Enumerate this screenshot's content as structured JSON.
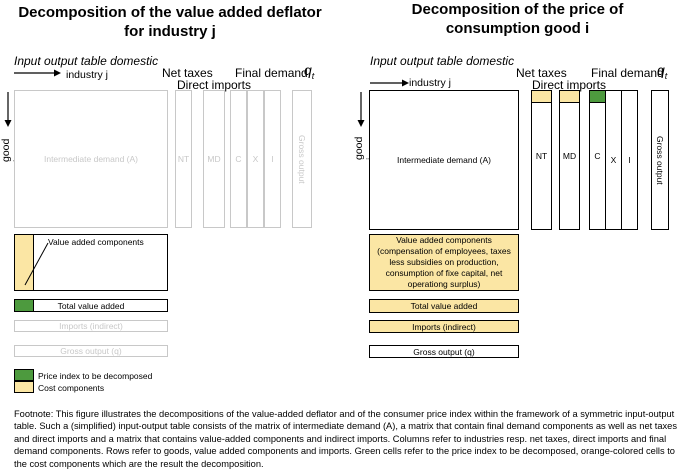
{
  "left": {
    "title": "Decomposition of the value added deflator for industry j",
    "table_label": "Input output table domestic",
    "industry_label": "industry j",
    "good_label": "good i",
    "net_taxes": "Net taxes",
    "direct_imports": "Direct imports",
    "final_demand": "Final demand",
    "qt": "q",
    "qt_sub": "t",
    "intermediate": "Intermediate demand (A)",
    "nt": "NT",
    "md": "MD",
    "c": "C",
    "x": "X",
    "i": "I",
    "gross_output_col": "Gross output",
    "value_added": "Value added components",
    "total_value_added": "Total value added",
    "imports_indirect": "Imports (indirect)",
    "gross_output_q": "Gross output (q)"
  },
  "right": {
    "title": "Decomposition of the price of consumption good i",
    "table_label": "Input output table domestic",
    "industry_label": "industry j",
    "good_label": "good i",
    "net_taxes": "Net taxes",
    "direct_imports": "Direct imports",
    "final_demand": "Final demand",
    "qt": "q",
    "qt_sub": "t",
    "intermediate": "Intermediate demand (A)",
    "nt": "NT",
    "md": "MD",
    "c": "C",
    "x": "X",
    "i": "I",
    "gross_output_col": "Gross output",
    "value_added": "Value added components (compensation of employees, taxes less subsidies on production, consumption of fixe capital, net operationg surplus)",
    "total_value_added": "Total value added",
    "imports_indirect": "Imports (indirect)",
    "gross_output_q": "Gross output (q)"
  },
  "legend": {
    "price_index": "Price index to be decomposed",
    "cost_components": "Cost components"
  },
  "footnote": "Footnote: This figure illustrates the decompositions of the value-added deflator and of the consumer price index within the framework of a symmetric input-output table. Such a (simplified) input-output table consists of the matrix of intermediate demand (A), a matrix that contain final demand components as well as net taxes and direct imports and a matrix that contains value-added components and indirect imports. Columns refer to industries resp. net taxes, direct imports and final demand components. Rows refer to goods, value added components and imports. Green cells refer to the price index to be decomposed, orange-colored cells to the cost components which are the result the decomposition.",
  "colors": {
    "green": "#4d9a3e",
    "yellow": "#fbe6a4",
    "grey": "#c8c8c8"
  }
}
